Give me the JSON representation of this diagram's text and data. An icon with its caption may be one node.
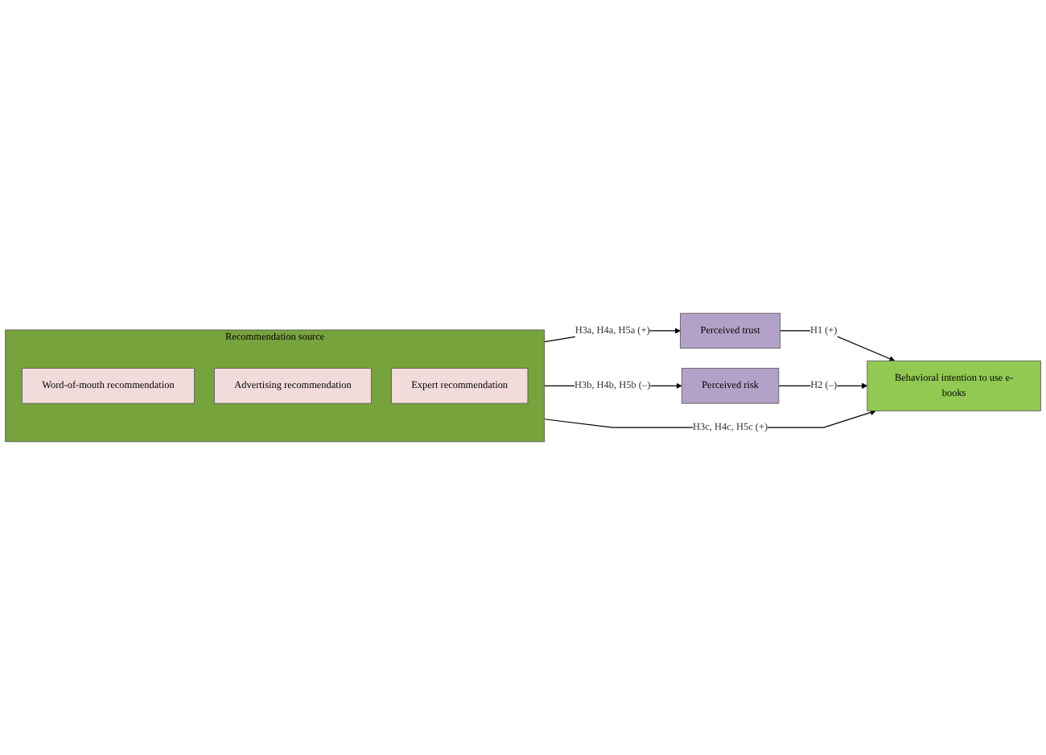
{
  "diagram": {
    "nodes": [
      {
        "text": [
          "Recommendation source"
        ]
      },
      {
        "text": [
          "Word-of-mouth recommendation"
        ],
        "in": 0
      },
      {
        "text": [
          "Advertising recommendation"
        ],
        "in": 0
      },
      {
        "text": [
          "Expert recommendation"
        ],
        "in": 0
      },
      {
        "text": [
          "Perceived trust"
        ]
      },
      {
        "text": [
          "Perceived risk"
        ]
      },
      {
        "text": [
          "Behavioral intention to use e-books"
        ]
      }
    ],
    "edges": [
      {
        "from": 0,
        "to": 4,
        "arrow": "to",
        "label": "H3a, H4a, H5a (+)"
      },
      {
        "from": 0,
        "to": 6,
        "arrow": "to",
        "label": "H3c, H4c, H5c (+)"
      },
      {
        "from": 0,
        "to": 5,
        "arrow": "to",
        "label": "H3b, H4b, H5b (–)"
      },
      {
        "from": 4,
        "to": 6,
        "arrow": "to",
        "label": "H1 (+)"
      },
      {
        "from": 5,
        "to": 6,
        "arrow": "to",
        "label": "H2 (–)"
      }
    ]
  }
}
